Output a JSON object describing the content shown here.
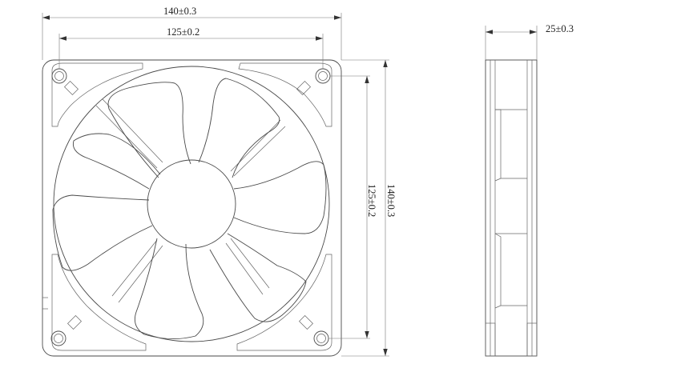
{
  "front_view": {
    "dim_top_overall": "140±0.3",
    "dim_top_hole": "125±0.2",
    "dim_right_hole": "125±0.2",
    "dim_right_overall": "140±0.3"
  },
  "side_view": {
    "dim_thickness": "25±0.3"
  },
  "colors": {
    "line": "#4a4a4a",
    "text": "#222222"
  }
}
